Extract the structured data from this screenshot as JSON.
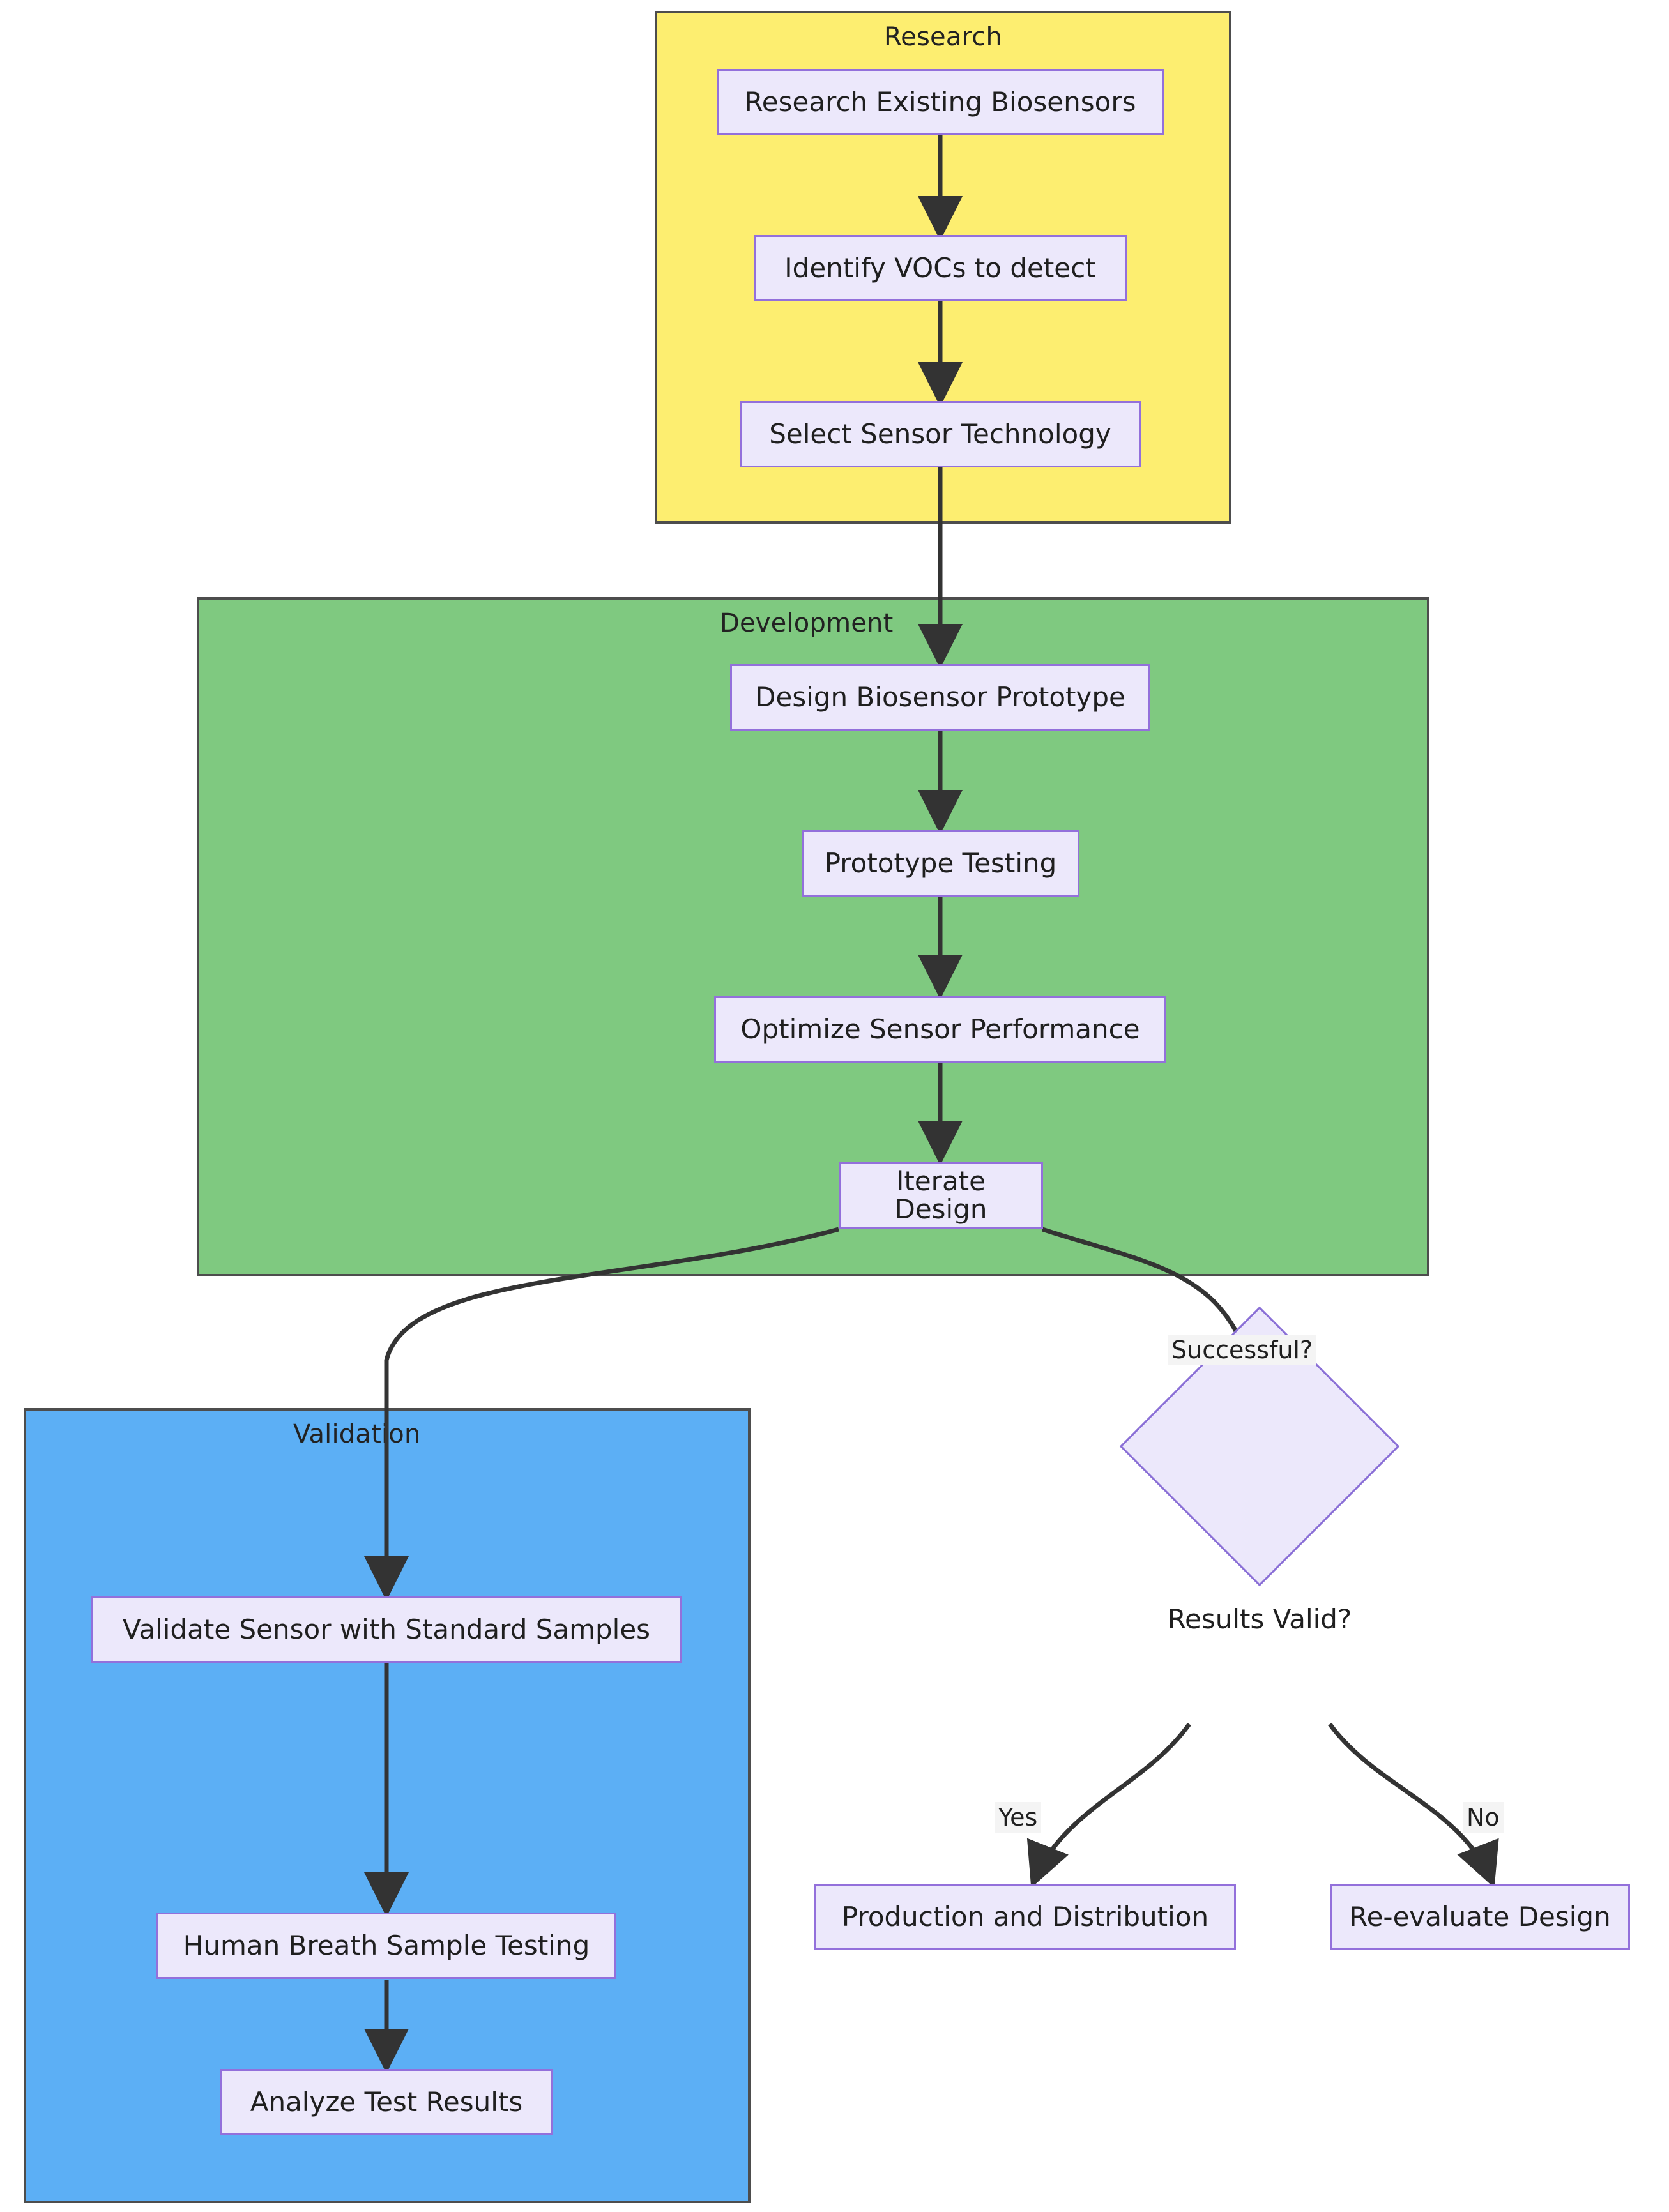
{
  "diagram": {
    "type": "flowchart",
    "direction": "top-down",
    "clusters": [
      {
        "id": "research",
        "title": "Research",
        "fill": "#FDEE70",
        "border": "#4d4d4d"
      },
      {
        "id": "development",
        "title": "Development",
        "fill": "#7FC980",
        "border": "#4d4d4d"
      },
      {
        "id": "validation",
        "title": "Validation",
        "fill": "#5CAFF5",
        "border": "#4d4d4d"
      }
    ],
    "node_style": {
      "fill": "#ECE8FB",
      "border": "#9370DB",
      "text": "#1f1f1f"
    },
    "nodes": [
      {
        "id": "n1",
        "label": "Research Existing Biosensors",
        "shape": "rect",
        "cluster": "research"
      },
      {
        "id": "n2",
        "label": "Identify VOCs to detect",
        "shape": "rect",
        "cluster": "research"
      },
      {
        "id": "n3",
        "label": "Select Sensor Technology",
        "shape": "rect",
        "cluster": "research"
      },
      {
        "id": "n4",
        "label": "Design Biosensor Prototype",
        "shape": "rect",
        "cluster": "development"
      },
      {
        "id": "n5",
        "label": "Prototype Testing",
        "shape": "rect",
        "cluster": "development"
      },
      {
        "id": "n6",
        "label": "Optimize Sensor Performance",
        "shape": "rect",
        "cluster": "development"
      },
      {
        "id": "n7",
        "label": "Iterate Design",
        "shape": "rect",
        "cluster": "development"
      },
      {
        "id": "n8",
        "label": "Validate Sensor with Standard Samples",
        "shape": "rect",
        "cluster": "validation"
      },
      {
        "id": "n9",
        "label": "Human Breath Sample Testing",
        "shape": "rect",
        "cluster": "validation"
      },
      {
        "id": "n10",
        "label": "Analyze Test Results",
        "shape": "rect",
        "cluster": "validation"
      },
      {
        "id": "n11",
        "label": "Results Valid?",
        "shape": "diamond",
        "cluster": null
      },
      {
        "id": "n12",
        "label": "Production and Distribution",
        "shape": "rect",
        "cluster": null
      },
      {
        "id": "n13",
        "label": "Re-evaluate Design",
        "shape": "rect",
        "cluster": null
      }
    ],
    "edges": [
      {
        "from": "n1",
        "to": "n2",
        "label": ""
      },
      {
        "from": "n2",
        "to": "n3",
        "label": ""
      },
      {
        "from": "n3",
        "to": "n4",
        "label": ""
      },
      {
        "from": "n4",
        "to": "n5",
        "label": ""
      },
      {
        "from": "n5",
        "to": "n6",
        "label": ""
      },
      {
        "from": "n6",
        "to": "n7",
        "label": ""
      },
      {
        "from": "n7",
        "to": "n8",
        "label": ""
      },
      {
        "from": "n7",
        "to": "n11",
        "label": "Successful?"
      },
      {
        "from": "n8",
        "to": "n9",
        "label": ""
      },
      {
        "from": "n9",
        "to": "n10",
        "label": ""
      },
      {
        "from": "n11",
        "to": "n12",
        "label": "Yes"
      },
      {
        "from": "n11",
        "to": "n13",
        "label": "No"
      }
    ],
    "edge_labels": {
      "successful": "Successful?",
      "yes": "Yes",
      "no": "No"
    }
  }
}
